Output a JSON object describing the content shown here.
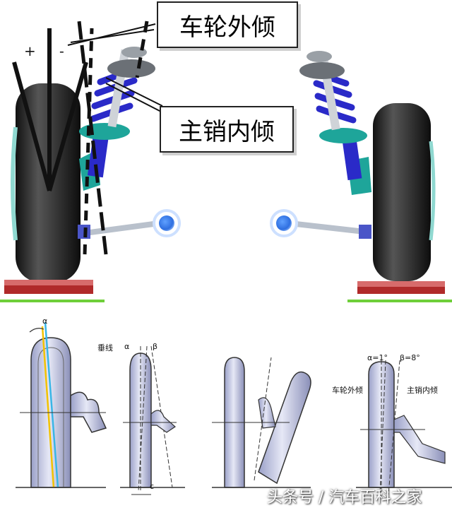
{
  "callouts": {
    "camber": "车轮外倾",
    "kingpin": "主销内倾"
  },
  "signs": {
    "plus": "+",
    "minus": "-"
  },
  "diagram_labels": {
    "alpha": "α",
    "beta": "β",
    "vertical_line": "垂线",
    "c": "c",
    "alpha_value": "α=1°",
    "beta_value": "β=8°",
    "camber_small": "车轮外倾",
    "kingpin_small": "主销内倾"
  },
  "watermark": "头条号 / 汽车百科之家",
  "colors": {
    "spring_blue": "#2a2ac8",
    "strut_teal": "#1ea59a",
    "tire_dark": "#2b2b2b",
    "ball_blue": "#2f6fe0",
    "ground_red": "#b02a2a",
    "ground_green": "#6fcf3a",
    "axis_yellow": "#f2c200",
    "axis_cyan": "#39b6e6"
  }
}
